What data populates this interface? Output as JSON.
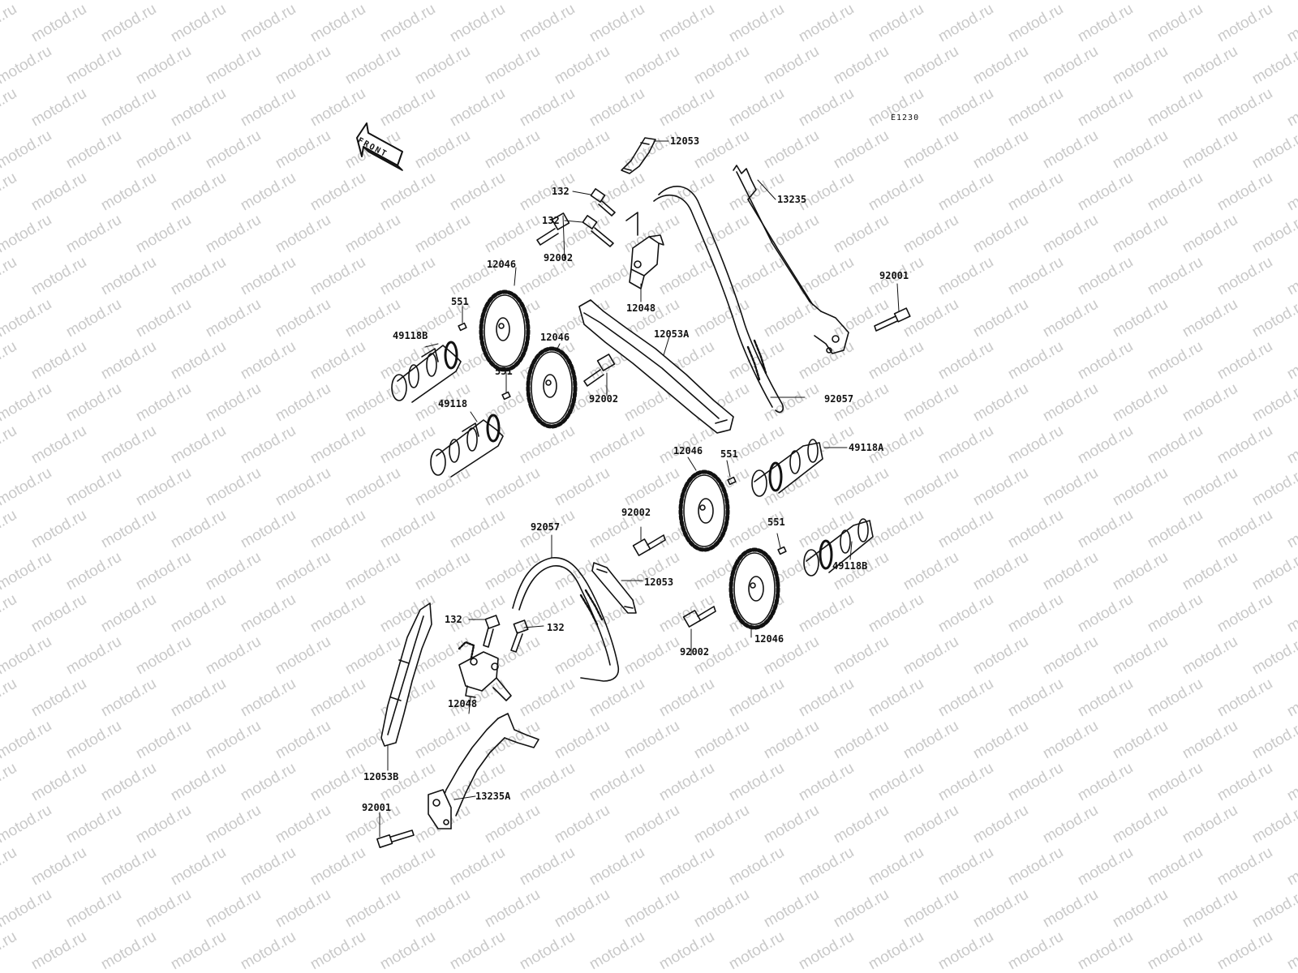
{
  "figure_code": "E1230",
  "front_label": "FRONT",
  "watermark": "motod.ru",
  "callouts": [
    {
      "id": "c-12053-top",
      "text": "12053"
    },
    {
      "id": "c-132-a",
      "text": "132"
    },
    {
      "id": "c-132-b",
      "text": "132"
    },
    {
      "id": "c-13235",
      "text": "13235"
    },
    {
      "id": "c-12046-a",
      "text": "12046"
    },
    {
      "id": "c-92002-a",
      "text": "92002"
    },
    {
      "id": "c-12048-top",
      "text": "12048"
    },
    {
      "id": "c-92001-right",
      "text": "92001"
    },
    {
      "id": "c-551-a",
      "text": "551"
    },
    {
      "id": "c-49118b-left",
      "text": "49118B"
    },
    {
      "id": "c-12046-b",
      "text": "12046"
    },
    {
      "id": "c-12053a",
      "text": "12053A"
    },
    {
      "id": "c-551-b",
      "text": "551"
    },
    {
      "id": "c-92002-b",
      "text": "92002"
    },
    {
      "id": "c-49118",
      "text": "49118"
    },
    {
      "id": "c-92057-top",
      "text": "92057"
    },
    {
      "id": "c-12046-c",
      "text": "12046"
    },
    {
      "id": "c-551-c",
      "text": "551"
    },
    {
      "id": "c-49118a",
      "text": "49118A"
    },
    {
      "id": "c-92002-c",
      "text": "92002"
    },
    {
      "id": "c-92057-bottom",
      "text": "92057"
    },
    {
      "id": "c-551-d",
      "text": "551"
    },
    {
      "id": "c-49118b-right",
      "text": "49118B"
    },
    {
      "id": "c-12053-bottom",
      "text": "12053"
    },
    {
      "id": "c-132-c",
      "text": "132"
    },
    {
      "id": "c-132-d",
      "text": "132"
    },
    {
      "id": "c-12048-bottom",
      "text": "12048"
    },
    {
      "id": "c-12046-d",
      "text": "12046"
    },
    {
      "id": "c-92002-d",
      "text": "92002"
    },
    {
      "id": "c-12053b",
      "text": "12053B"
    },
    {
      "id": "c-13235a",
      "text": "13235A"
    },
    {
      "id": "c-92001-bottom",
      "text": "92001"
    }
  ]
}
